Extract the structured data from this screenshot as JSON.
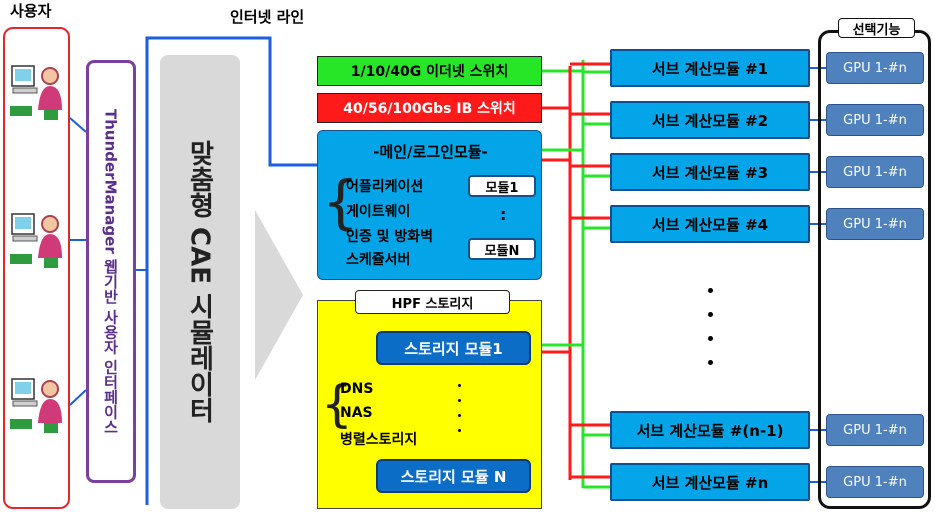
{
  "users": {
    "title": "사용자",
    "count": 3
  },
  "interface": {
    "label": "ThunderManager 웹기반 사용자 인터페이스"
  },
  "simulator": {
    "label": "맞춤형 CAE 시뮬레이터"
  },
  "network": {
    "title": "인터넷 라인"
  },
  "switches": {
    "ethernet": "1/10/40G 이더넷 스위치",
    "infiniband": "40/56/100Gbs IB 스위치"
  },
  "main_module": {
    "title": "-메인/로그인모듈-",
    "items": [
      "어플리케이션",
      "게이트웨이",
      "인증 및 방화벽",
      "스케쥴서버"
    ],
    "module_first": "모듈1",
    "module_dots": ":",
    "module_last": "모듈N"
  },
  "storage": {
    "title": "HPF 스토리지",
    "module_first": "스토리지 모듈1",
    "items": [
      "DNS",
      "NAS",
      "병렬스토리지"
    ],
    "module_last": "스토리지 모듈 N"
  },
  "sub_modules": [
    "서브 계산모듈 #1",
    "서브 계산모듈 #2",
    "서브 계산모듈 #3",
    "서브 계산모듈 #4",
    "서브 계산모듈 #(n-1)",
    "서브 계산모듈 #n"
  ],
  "options": {
    "title": "선택기능",
    "gpu_label": "GPU 1-#n",
    "gpus": [
      "GPU 1-#n",
      "GPU 1-#n",
      "GPU 1-#n",
      "GPU 1-#n",
      "GPU 1-#n",
      "GPU 1-#n"
    ]
  },
  "colors": {
    "ethernet": "#27e527",
    "infiniband": "#ff1a1a",
    "module_blue": "#03a5e8",
    "storage_yellow": "#ffff00",
    "gpu_blue": "#4f81bd",
    "interface_purple": "#7b3fa0",
    "user_red": "#e8242b",
    "network_blue": "#1a5fe0"
  }
}
